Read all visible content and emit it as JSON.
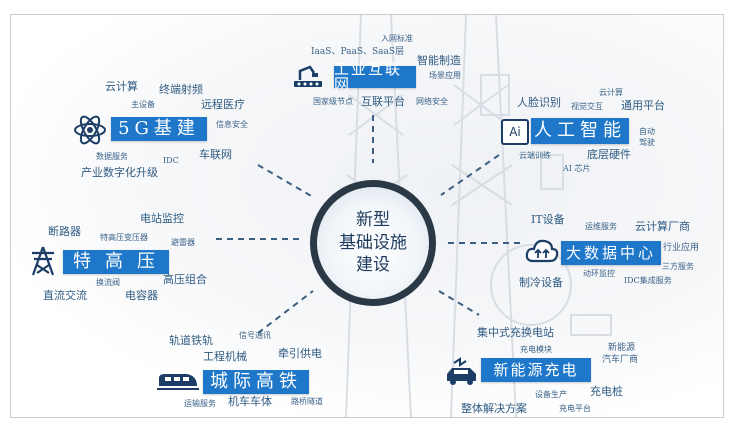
{
  "center": {
    "line1": "新型",
    "line2": "基础设施",
    "line3": "建设"
  },
  "categories": {
    "g5": {
      "title": "5G基建",
      "items": [
        "云计算",
        "终端射频",
        "主设备",
        "远程医疗",
        "信息安全",
        "数据服务",
        "IDC",
        "车联网",
        "产业数字化升级"
      ]
    },
    "industrial": {
      "title": "工业互联网",
      "items": [
        "入网标准",
        "IaaS、PaaS、SaaS层",
        "智能制造",
        "场景应用",
        "国家级节点",
        "互联平台",
        "网络安全"
      ]
    },
    "ai": {
      "title": "人工智能",
      "items": [
        "云计算",
        "人脸识别",
        "视觉交互",
        "通用平台",
        "自动",
        "驾驶",
        "云端训练",
        "底层硬件",
        "AI 芯片"
      ]
    },
    "uhv": {
      "title": "特高压",
      "items": [
        "断路器",
        "电站监控",
        "特高压变压器",
        "避雷器",
        "换流阀",
        "高压组合",
        "直流交流",
        "电容器"
      ]
    },
    "bigdata": {
      "title": "大数据中心",
      "items": [
        "IT设备",
        "运维服务",
        "云计算厂商",
        "行业应用",
        "三方服务",
        "动环监控",
        "制冷设备",
        "IDC集成服务"
      ]
    },
    "rail": {
      "title": "城际高铁",
      "items": [
        "轨道铁轨",
        "信号通讯",
        "工程机械",
        "牵引供电",
        "运输服务",
        "机车车体",
        "路桥隧道"
      ]
    },
    "charging": {
      "title": "新能源充电",
      "items": [
        "集中式充换电站",
        "充电模块",
        "新能源",
        "汽车厂商",
        "设备生产",
        "充电桩",
        "整体解决方案",
        "充电平台"
      ]
    }
  },
  "colors": {
    "badge": "#1e77c9",
    "text": "#2f5b82",
    "center_ring": "#2b3946",
    "dash": "#3e5f80"
  },
  "icons": {
    "g5": "atom-icon",
    "industrial": "factory-robot-icon",
    "ai": "ai-chip-icon",
    "uhv": "power-tower-icon",
    "bigdata": "cloud-upload-icon",
    "rail": "train-icon",
    "charging": "charging-car-icon"
  }
}
